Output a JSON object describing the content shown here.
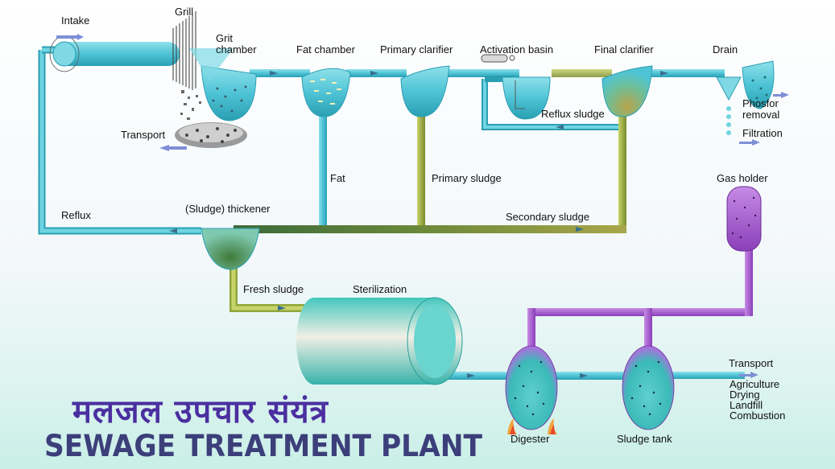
{
  "labels": {
    "intake": "Intake",
    "grill": "Grill",
    "grit_chamber_1": "Grit",
    "grit_chamber_2": "chamber",
    "fat_chamber": "Fat chamber",
    "primary_clarifier": "Primary clarifier",
    "activation_basin": "Activation basin",
    "final_clarifier": "Final clarifier",
    "drain": "Drain",
    "phosfor_removal_1": "Phosfor",
    "phosfor_removal_2": "removal",
    "filtration": "Filtration",
    "reflux_sludge": "Reflux sludge",
    "transport_top": "Transport",
    "fat": "Fat",
    "primary_sludge": "Primary sludge",
    "gas_holder": "Gas holder",
    "reflux": "Reflux",
    "sludge_thickener": "(Sludge) thickener",
    "secondary_sludge": "Secondary sludge",
    "fresh_sludge": "Fresh sludge",
    "sterilization": "Sterilization",
    "digester": "Digester",
    "sludge_tank": "Sludge tank",
    "transport_bottom": "Transport",
    "agriculture": "Agriculture",
    "drying": "Drying",
    "landfill": "Landfill",
    "combustion": "Combustion"
  },
  "title": {
    "hindi": "मलजल उपचार संयंत्र",
    "english": "SEWAGE TREATMENT PLANT"
  },
  "colors": {
    "water": "#4fc4d6",
    "water_dark": "#2a9fb3",
    "sludge": "#8fa63a",
    "sludge_dark": "#7a8a2c",
    "gas": "#9a4fc6",
    "gas_dark": "#6f2d9a",
    "title_hindi": "#4b2fa0",
    "title_english": "#3c3f7a"
  }
}
